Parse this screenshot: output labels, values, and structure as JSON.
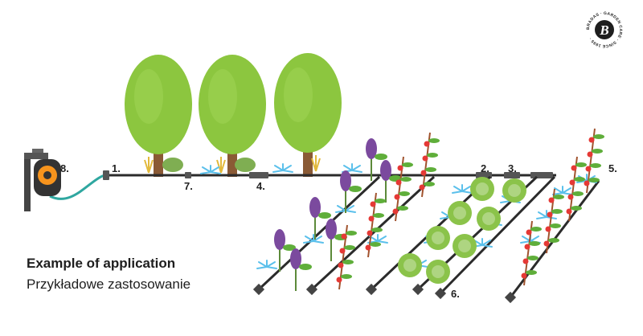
{
  "caption": {
    "title": "Example of application",
    "subtitle": "Przykładowe zastosowanie"
  },
  "callouts": [
    "1.",
    "2.",
    "3.",
    "4.",
    "5.",
    "6.",
    "7.",
    "8."
  ],
  "logo": {
    "letter": "B",
    "ring_text": "BRADAS · GARDEN CARE · SINCE 1985 ·"
  },
  "colors": {
    "tree_foliage": "#8cc63f",
    "tree_trunk": "#8a5a35",
    "pipe": "#2b2b2b",
    "hose": "#2fa7a0",
    "water_spray": "#5bc0eb",
    "tomato": "#e53935",
    "eggplant": "#7b4a9e",
    "cabbage": "#8bc34a",
    "timer_orange": "#f7941d"
  }
}
